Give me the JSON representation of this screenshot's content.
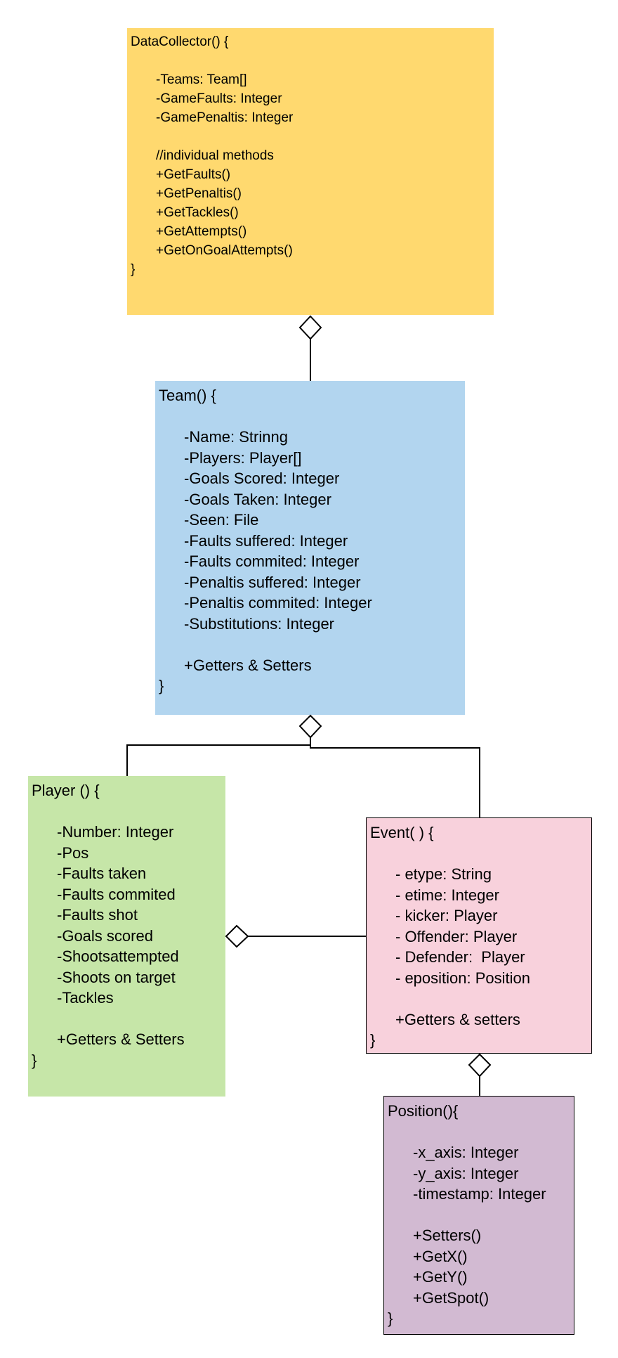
{
  "classes": {
    "collector": {
      "header": "DataCollector() {",
      "members": [
        "-Teams: Team[]",
        "-GameFaults: Integer",
        "-GamePenaltis: Integer"
      ],
      "methods": [
        "//individual methods",
        "+GetFaults()",
        "+GetPenaltis()",
        "+GetTackles()",
        "+GetAttempts()",
        "+GetOnGoalAttempts()"
      ],
      "footer": "}",
      "color": "#FFD96F"
    },
    "team": {
      "header": "Team() {",
      "members": [
        "-Name: Strinng",
        "-Players: Player[]",
        "-Goals Scored: Integer",
        "-Goals Taken: Integer",
        "-Seen: File",
        "-Faults suffered: Integer",
        "-Faults commited: Integer",
        "-Penaltis suffered: Integer",
        "-Penaltis commited: Integer",
        "-Substitutions: Integer"
      ],
      "methods": [
        "+Getters & Setters"
      ],
      "footer": "}",
      "color": "#B2D5EF"
    },
    "player": {
      "header": "Player () {",
      "members": [
        "-Number: Integer",
        "-Pos",
        "-Faults taken",
        "-Faults commited",
        "-Faults shot",
        "-Goals scored",
        "-Shootsattempted",
        "-Shoots on target",
        "-Tackles"
      ],
      "methods": [
        "+Getters & Setters"
      ],
      "footer": "}",
      "color": "#C6E6A8"
    },
    "event": {
      "header": "Event( ) {",
      "members": [
        "- etype: String",
        "- etime: Integer",
        "- kicker: Player",
        "- Offender: Player",
        "- Defender:  Player",
        "- eposition: Position"
      ],
      "methods": [
        "+Getters & setters"
      ],
      "footer": "}",
      "color": "#F8D1DC"
    },
    "position": {
      "header": "Position(){",
      "members": [
        "-x_axis: Integer",
        "-y_axis: Integer",
        "-timestamp: Integer"
      ],
      "methods": [
        "+Setters()",
        "+GetX()",
        "+GetY()",
        "+GetSpot()"
      ],
      "footer": "}",
      "color": "#D2BAD2"
    }
  }
}
